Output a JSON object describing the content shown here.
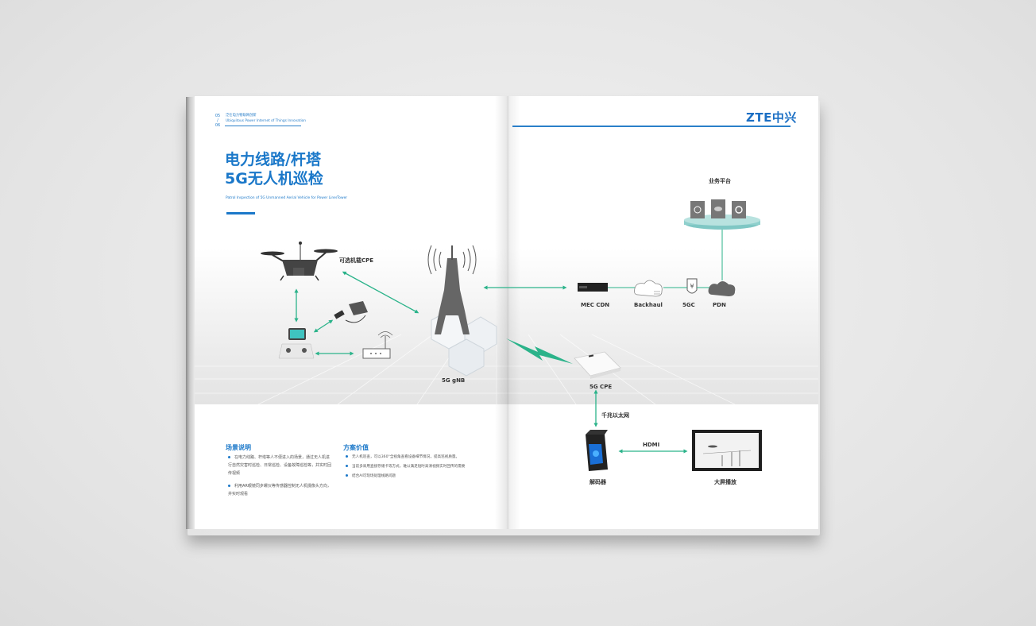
{
  "header": {
    "page_numbers": [
      "05",
      "/",
      "06"
    ],
    "section_cn": "泛在电力物联网创新",
    "section_en": "Ubiquitous Power Internet of Things Innovation",
    "logo": "ZTE中兴"
  },
  "title": {
    "line1": "电力线路/杆塔",
    "line2": "5G无人机巡检",
    "english": "Patrol Inspection of 5G Unmanned Aerial Vehicle for Power Line/Tower"
  },
  "diagram": {
    "optional_cpe": "可选机载CPE",
    "gnb": "5G gNB",
    "cpe": "5G CPE",
    "mec_cdn": "MEC CDN",
    "backhaul": "Backhaul",
    "fivegc": "5GC",
    "pdn": "PDN",
    "platform": "业务平台",
    "gigabit": "千兆以太网",
    "hdmi": "HDMI",
    "decoder": "解码器",
    "display": "大屏播放"
  },
  "sections": {
    "scenario": {
      "heading": "场景说明",
      "bullets": [
        "在电力线路、杆塔等人不便进入的场景，通过无人机进行自然灾害时巡检、日常巡检、设备故障巡检等，并实时回传视频",
        "利用AR眼镜同步螺仪等传感器控制无人机摄像头方向，并实时观看"
      ]
    },
    "value": {
      "heading": "方案价值",
      "bullets": [
        "无人机巡查，可以360°全视角查看设备细节情况，提高巡视质量。",
        "当前多采用直接存储卡等方式，难以满足短时高清视频实时回传的需要",
        "结合AI可现场处理线路问题"
      ]
    }
  },
  "colors": {
    "brand_blue": "#1b78c9",
    "link_green": "#2bb38a",
    "platform_teal": "#7fc7c4"
  }
}
